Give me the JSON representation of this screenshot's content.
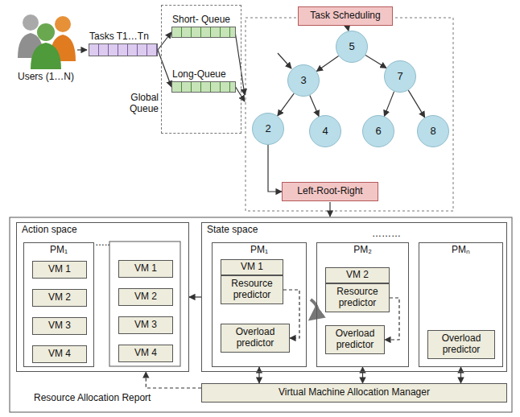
{
  "diagram": {
    "nodes": [
      {
        "text": [
          "Tasks T1…Tn"
        ]
      },
      {
        "text": [
          "Global Queue"
        ]
      },
      {
        "text": [
          "Short- Queue"
        ],
        "in": 1
      },
      {
        "text": [
          "Long-Queue"
        ],
        "in": 1
      },
      {
        "text": [
          "Task Scheduling"
        ]
      },
      {
        "text": [
          "5"
        ]
      },
      {
        "text": [
          "3"
        ]
      },
      {
        "text": [
          "7"
        ]
      },
      {
        "text": [
          "2"
        ]
      },
      {
        "text": [
          "4"
        ]
      },
      {
        "text": [
          "6"
        ]
      },
      {
        "text": [
          "8"
        ]
      },
      {
        "text": [
          "Left-Root-Right"
        ]
      },
      {
        "text": [
          "Action space"
        ]
      },
      {
        "text": [
          "PM₁"
        ],
        "in": 13
      },
      {
        "text": [
          "VM 1"
        ],
        "in": 14
      },
      {
        "text": [
          "VM 2"
        ],
        "in": 14
      },
      {
        "text": [
          "VM 3"
        ],
        "in": 14
      },
      {
        "text": [
          "VM 4"
        ],
        "in": 14
      },
      {
        "text": [
          "VM 1"
        ],
        "in": 13
      },
      {
        "text": [
          "VM 2"
        ],
        "in": 13
      },
      {
        "text": [
          "VM 3"
        ],
        "in": 13
      },
      {
        "text": [
          "VM 4"
        ],
        "in": 13
      },
      {
        "text": [
          "State space"
        ]
      },
      {
        "text": [
          "PM₁"
        ],
        "in": 23
      },
      {
        "text": [
          "VM 1"
        ],
        "in": 24
      },
      {
        "text": [
          "Resource predictor"
        ],
        "in": 24
      },
      {
        "text": [
          "Overload predictor"
        ],
        "in": 24
      },
      {
        "text": [
          "PM₂"
        ],
        "in": 23
      },
      {
        "text": [
          "VM 2"
        ],
        "in": 28
      },
      {
        "text": [
          "Resource predictor"
        ],
        "in": 28
      },
      {
        "text": [
          "Overload predictor"
        ],
        "in": 28
      },
      {
        "text": [
          "PMₙ"
        ],
        "in": 23
      },
      {
        "text": [
          "Overload predictor"
        ],
        "in": 32
      },
      {
        "text": [
          "Virtual Machine Allocation Manager"
        ]
      }
    ],
    "edges": [
      {
        "from": 0,
        "to": 2,
        "arrow": "to"
      },
      {
        "from": 0,
        "to": 3,
        "arrow": "to"
      },
      {
        "from": 4,
        "to": 5,
        "arrow": "to"
      },
      {
        "from": 5,
        "to": 6,
        "arrow": "to"
      },
      {
        "from": 5,
        "to": 7,
        "arrow": "to"
      },
      {
        "from": 6,
        "to": 8,
        "arrow": "to"
      },
      {
        "from": 6,
        "to": 9,
        "arrow": "to"
      },
      {
        "from": 7,
        "to": 10,
        "arrow": "to"
      },
      {
        "from": 7,
        "to": 11,
        "arrow": "to"
      },
      {
        "from": 8,
        "to": 12,
        "arrow": "to"
      },
      {
        "from": 23,
        "to": 13,
        "arrow": "to"
      },
      {
        "from": 26,
        "to": 27,
        "arrow": "to"
      },
      {
        "from": 30,
        "to": 31,
        "arrow": "to"
      },
      {
        "from": 24,
        "to": 34,
        "arrow": "both"
      },
      {
        "from": 28,
        "to": 34,
        "arrow": "both"
      },
      {
        "from": 32,
        "to": 34,
        "arrow": "both"
      },
      {
        "from": 34,
        "to": 13,
        "label": "Resource Allocation Report",
        "arrow": "to"
      }
    ],
    "labels": [
      "Users (1…N)",
      "…..",
      "………"
    ]
  }
}
